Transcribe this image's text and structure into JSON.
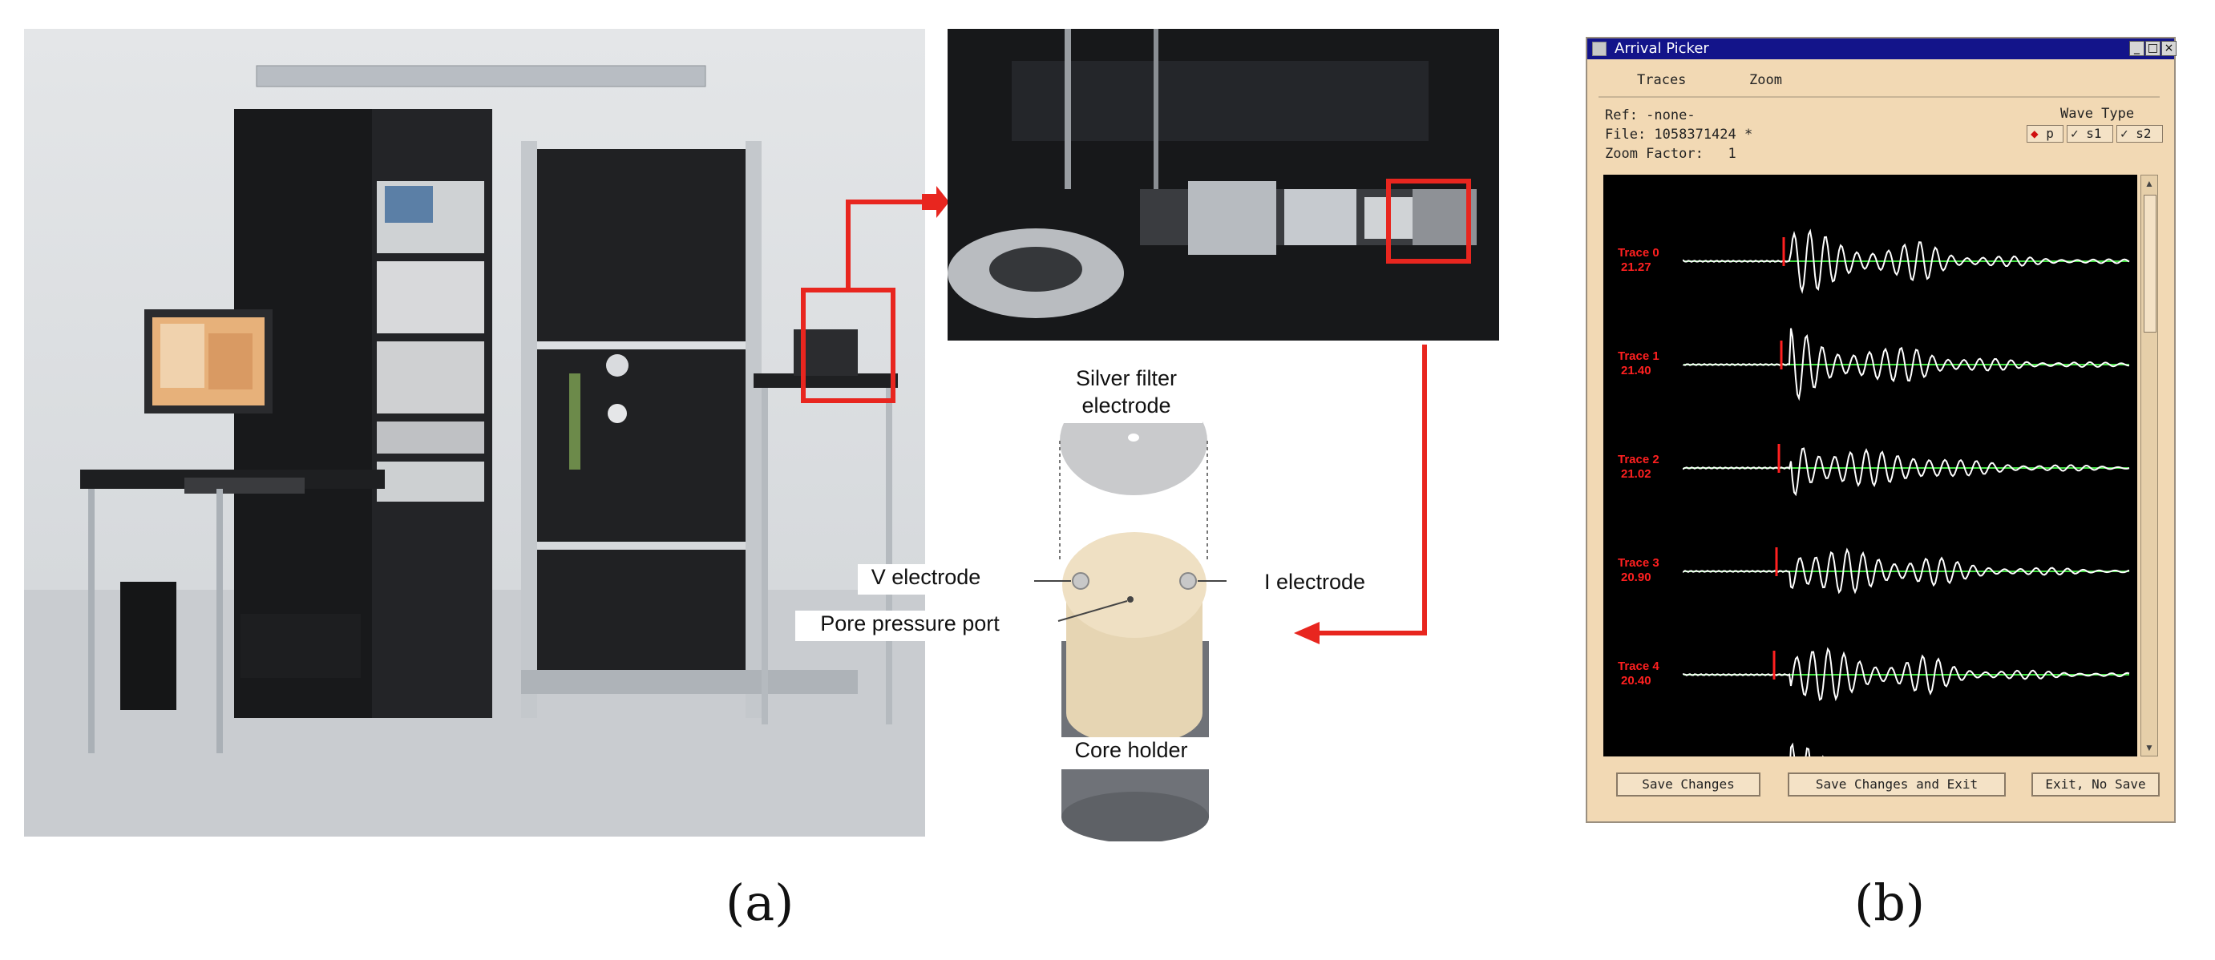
{
  "panel_a": {
    "caption": "(a)",
    "labels": {
      "silver_filter": "Silver filter electrode",
      "v_electrode": "V electrode",
      "i_electrode": "I electrode",
      "pore_port": "Pore pressure port",
      "core_holder": "Core holder"
    },
    "colors": {
      "highlight": "#e8261f",
      "core": "#e6d5b3",
      "holder": "#6f7278"
    }
  },
  "panel_b": {
    "caption": "(b)",
    "window_title": "Arrival Picker",
    "menu": [
      "Traces",
      "Zoom"
    ],
    "ref": "Ref: -none-",
    "file": "File: 1058371424 *",
    "zoom": "Zoom Factor:   1",
    "wave_type_label": "Wave Type",
    "wave_types": [
      "p",
      "s1",
      "s2"
    ],
    "selected_wave_type": "p",
    "traces": [
      {
        "name": "Trace 0",
        "value": "21.27"
      },
      {
        "name": "Trace 1",
        "value": "21.40"
      },
      {
        "name": "Trace 2",
        "value": "21.02"
      },
      {
        "name": "Trace 3",
        "value": "20.90"
      },
      {
        "name": "Trace 4",
        "value": "20.40"
      }
    ],
    "buttons": {
      "save": "Save Changes",
      "save_exit": "Save Changes and Exit",
      "exit": "Exit, No Save"
    },
    "colors": {
      "trace_label": "#ff2020",
      "waveform": "#ffffff",
      "fit": "#40e040",
      "pick": "#ff2020",
      "titlebar": "#13148a"
    }
  }
}
